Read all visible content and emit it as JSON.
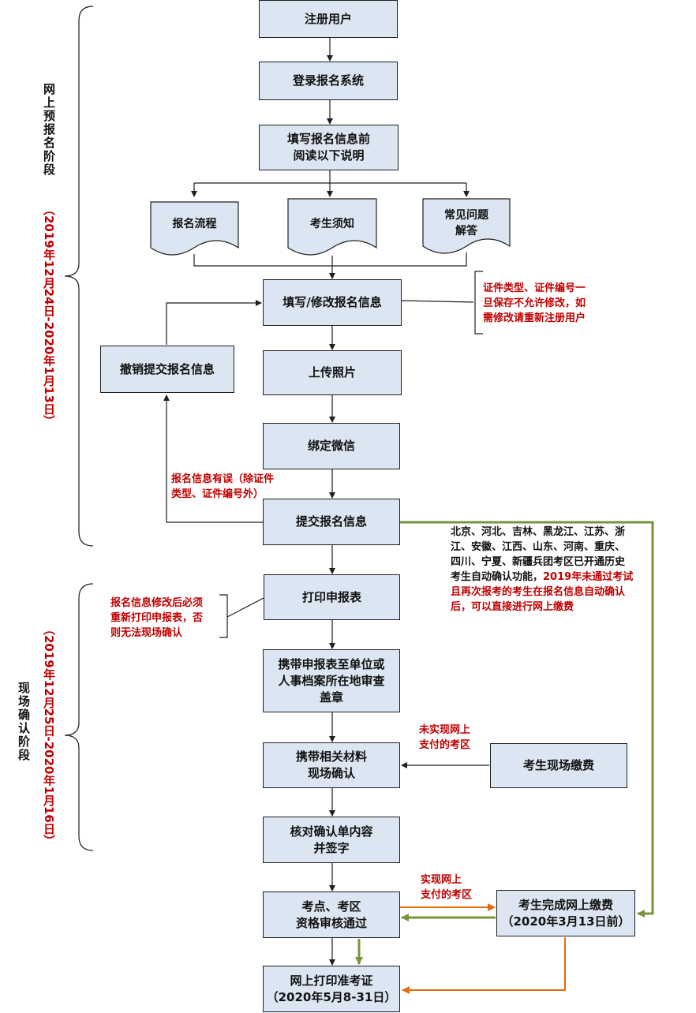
{
  "stage1": {
    "title": "网上预报名阶段",
    "date": "（2019年12月24日-2020年1月13日）"
  },
  "stage2": {
    "title": "现场确认阶段",
    "date": "（2019年12月25日-2020年1月16日）"
  },
  "steps": {
    "register": "注册用户",
    "login": "登录报名系统",
    "read_before": "填写报名信息前\n阅读以下说明",
    "fill_info": "填写/修改报名信息",
    "upload_photo": "上传照片",
    "bind_wechat": "绑定微信",
    "submit_info": "提交报名信息",
    "cancel_submit": "撤销提交报名信息",
    "print_form": "打印申报表",
    "stamp_form": "携带申报表至单位或\n人事档案所在地审查\n盖章",
    "onsite_confirm": "携带相关材料\n现场确认",
    "onsite_pay": "考生现场缴费",
    "check_sign": "核对确认单内容\n并签字",
    "review_pass": "考点、考区\n资格审核通过",
    "online_pay": "考生完成网上缴费\n（2020年3月13日前）",
    "print_ticket": "网上打印准考证\n（2020年5月8-31日）"
  },
  "docs": {
    "process": "报名流程",
    "notice": "考生须知",
    "faq": "常见问题\n解答"
  },
  "notes": {
    "id_notice": "证件类型、证件编号一\n旦保存不允许修改，如\n需修改请重新注册用户",
    "info_error": "报名信息有误（除证件\n类型、证件编号外）",
    "reprint": "报名信息修改后必须\n重新打印申报表，否\n则无法现场确认",
    "auto_confirm_black": "北京、河北、吉林、黑龙江、江苏、浙\n江、安徽、江西、山东、河南、重庆、\n四川、宁夏、新疆兵团考区已开通历史\n考生自动确认功能，",
    "auto_confirm_red": "2019年未通过考试\n且再次报考的考生在报名信息自动确认\n后，可以直接进行网上缴费",
    "no_online_pay": "未实现网上\n支付的考区",
    "online_pay_zone": "实现网上\n支付的考区"
  },
  "colors": {
    "box_fill": "#dce6f2",
    "note_red": "#c00000",
    "green_line": "#77933c",
    "orange_line": "#e46c0a"
  }
}
